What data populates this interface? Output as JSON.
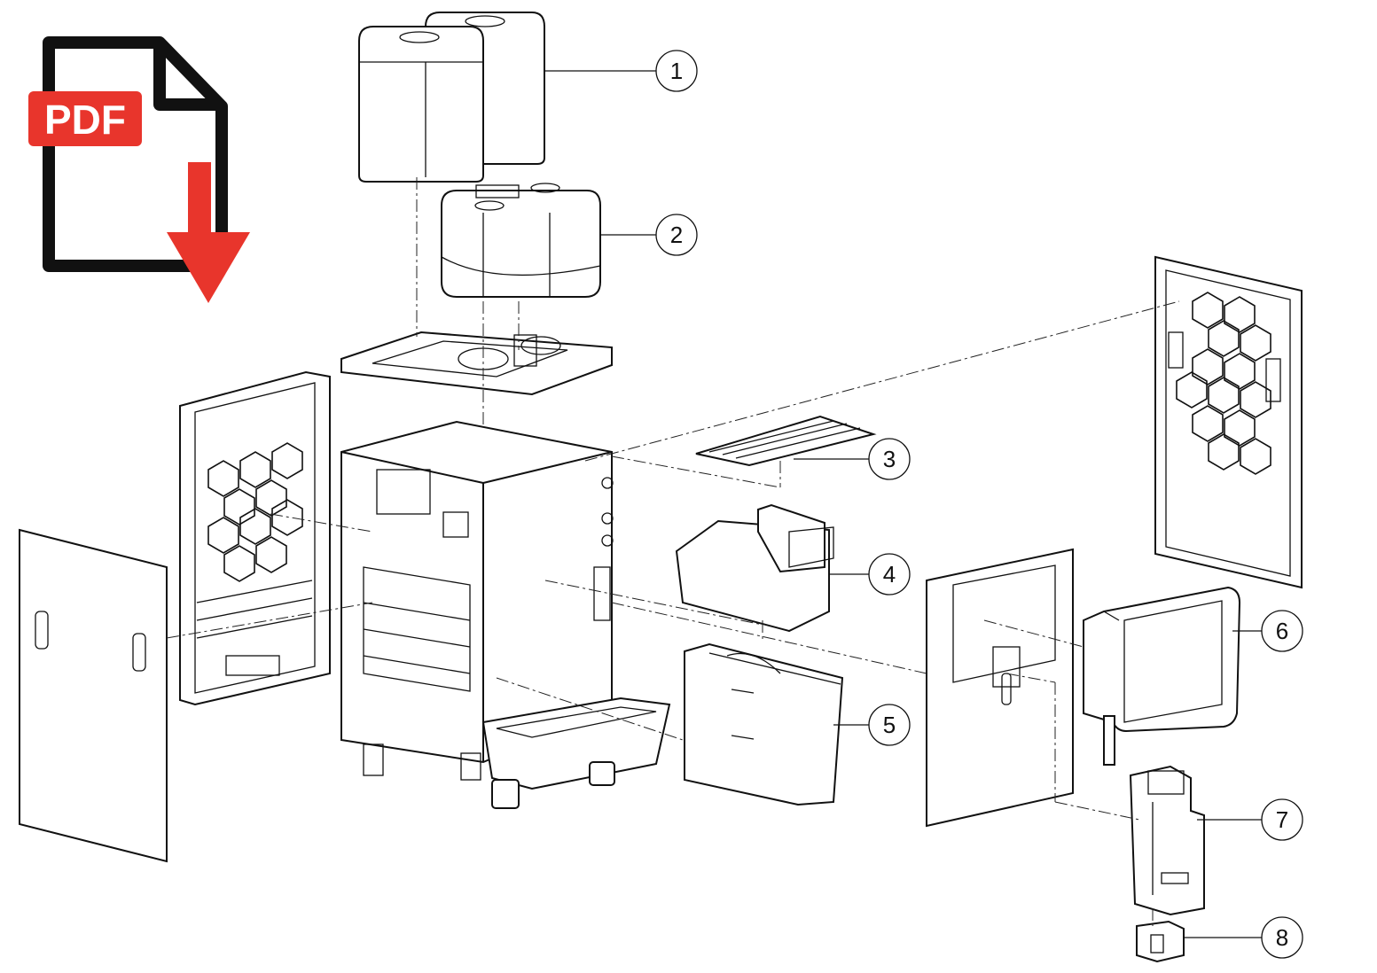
{
  "download_badge": {
    "label": "PDF",
    "badge_color": "#E8352C",
    "arrow_color": "#E8352C",
    "icon": "pdf-download-icon"
  },
  "callouts": [
    {
      "id": "1",
      "label": "1"
    },
    {
      "id": "2",
      "label": "2"
    },
    {
      "id": "3",
      "label": "3"
    },
    {
      "id": "4",
      "label": "4"
    },
    {
      "id": "5",
      "label": "5"
    },
    {
      "id": "6",
      "label": "6"
    },
    {
      "id": "7",
      "label": "7"
    },
    {
      "id": "8",
      "label": "8"
    }
  ]
}
